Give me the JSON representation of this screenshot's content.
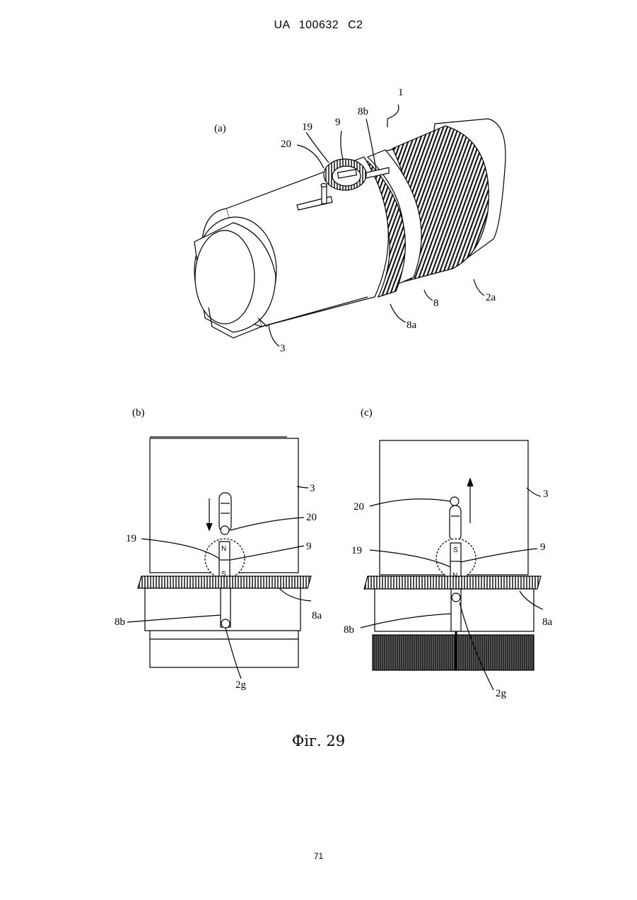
{
  "header": {
    "text": "UA   100632   C2"
  },
  "figure": {
    "caption": "Фіг. 29",
    "panel_a": {
      "tag": "(a)",
      "labels": {
        "n1": "1",
        "n19": "19",
        "n9": "9",
        "n8b": "8b",
        "n20": "20",
        "n2a": "2a",
        "n8": "8",
        "n8a": "8a",
        "n3": "3"
      }
    },
    "panel_b": {
      "tag": "(b)",
      "labels": {
        "n3": "3",
        "n20": "20",
        "n19": "19",
        "n9": "9",
        "n8a": "8a",
        "n8b": "8b",
        "n2g": "2g"
      },
      "magnet": {
        "top": "N",
        "bottom": "S"
      }
    },
    "panel_c": {
      "tag": "(c)",
      "labels": {
        "n20": "20",
        "n3": "3",
        "n19": "19",
        "n9": "9",
        "n8a": "8a",
        "n8b": "8b",
        "n2g": "2g"
      },
      "magnet": {
        "top": "S",
        "bottom": "N"
      }
    }
  },
  "page_number": "71"
}
